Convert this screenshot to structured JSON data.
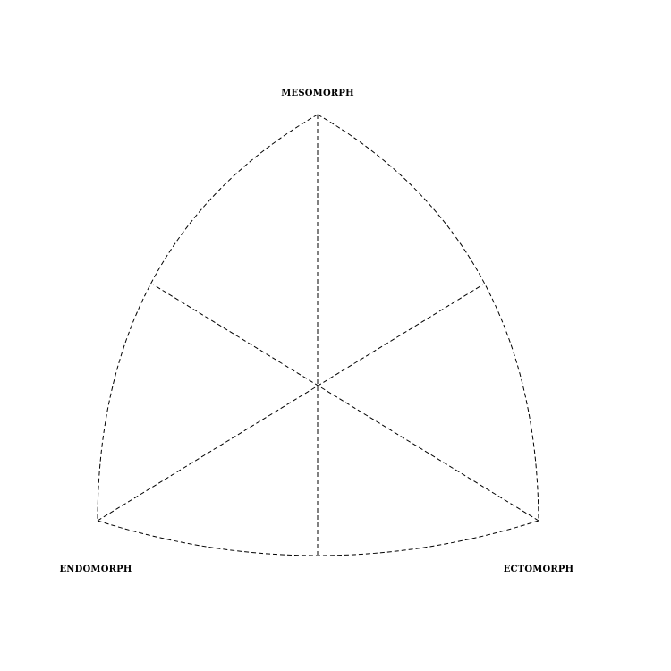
{
  "diagram": {
    "type": "somatochart",
    "labels": {
      "top": "MESOMORPH",
      "bottom_left": "ENDOMORPH",
      "bottom_right": "ECTOMORPH"
    },
    "line_color": "#000000",
    "background_color": "#ffffff",
    "line_style": "dashed"
  }
}
